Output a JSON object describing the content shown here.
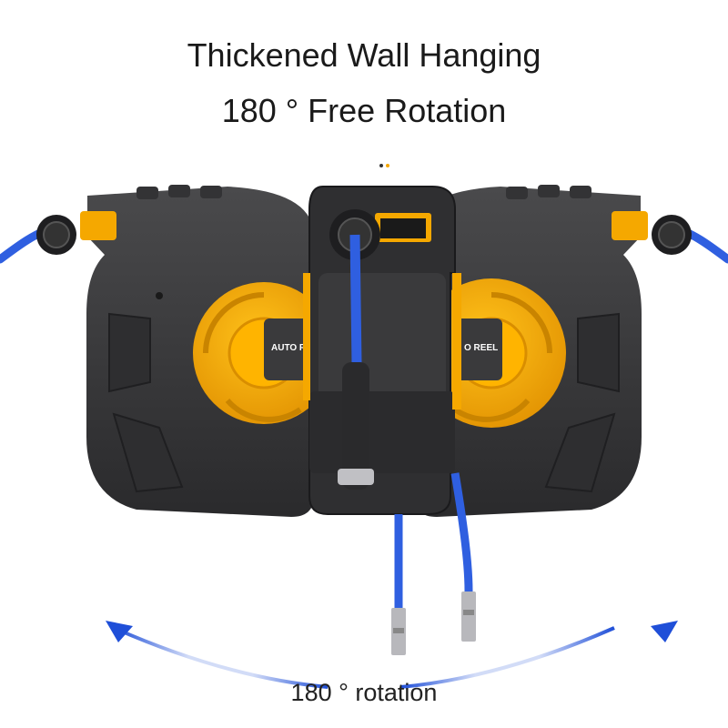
{
  "headline": {
    "line1": "Thickened Wall Hanging",
    "line2": "180 ° Free Rotation"
  },
  "reel_label": {
    "left": "AUTO REEL",
    "right": "O REEL"
  },
  "rotation_caption": "180 ° rotation",
  "colors": {
    "housing": "#3b3b3d",
    "housing_dark": "#262628",
    "drum": "#f5a800",
    "drum_shadow": "#d98e00",
    "hose": "#2f5fe0",
    "arrow": "#1f4fd8"
  },
  "carousel": {
    "active_index": 1,
    "count": 2
  }
}
